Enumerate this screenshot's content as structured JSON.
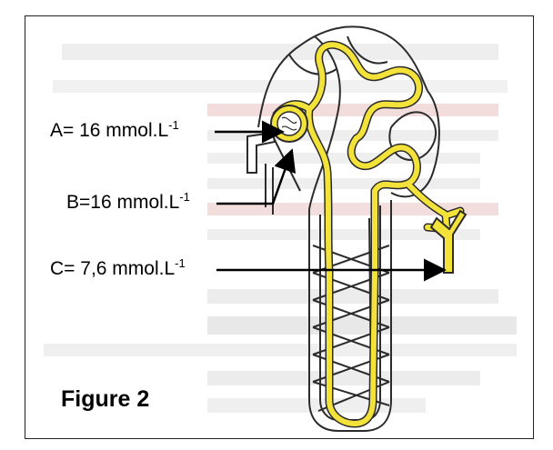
{
  "figure": {
    "title": "Figure 2"
  },
  "labels": {
    "A": {
      "text": "A= 16 mmol.L",
      "exponent": "-1"
    },
    "B": {
      "text": "B=16 mmol.L",
      "exponent": "-1"
    },
    "C": {
      "text": "C= 7,6 mmol.L",
      "exponent": "-1"
    }
  },
  "colors": {
    "tubule_fill": "#f3e23a",
    "vessel_fill": "#ffffff",
    "outline": "#2b2b2b",
    "background_ghost": "#d9d9d9"
  }
}
